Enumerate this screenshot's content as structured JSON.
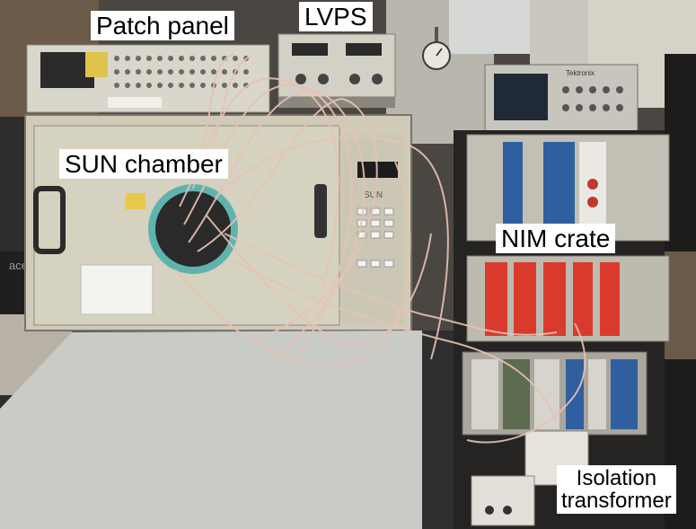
{
  "labels": {
    "patch_panel": "Patch panel",
    "lvps": "LVPS",
    "sun_chamber": "SUN chamber",
    "nim_crate": "NIM crate",
    "isolation_transformer_line1": "Isolation",
    "isolation_transformer_line2": "transformer"
  },
  "equipment_text": {
    "chamber_brand": "SUN",
    "oscilloscope_brand": "Tektronix",
    "monitor_brand": "acer"
  },
  "colors": {
    "label_background": "#ffffff",
    "label_text": "#000000",
    "chamber_body": "#cfcbb8",
    "bench_top": "#c9cbc6",
    "cable": "#e6c3b5",
    "nim_module_red": "#d93a2b",
    "nim_module_blue": "#2f5f9e"
  }
}
